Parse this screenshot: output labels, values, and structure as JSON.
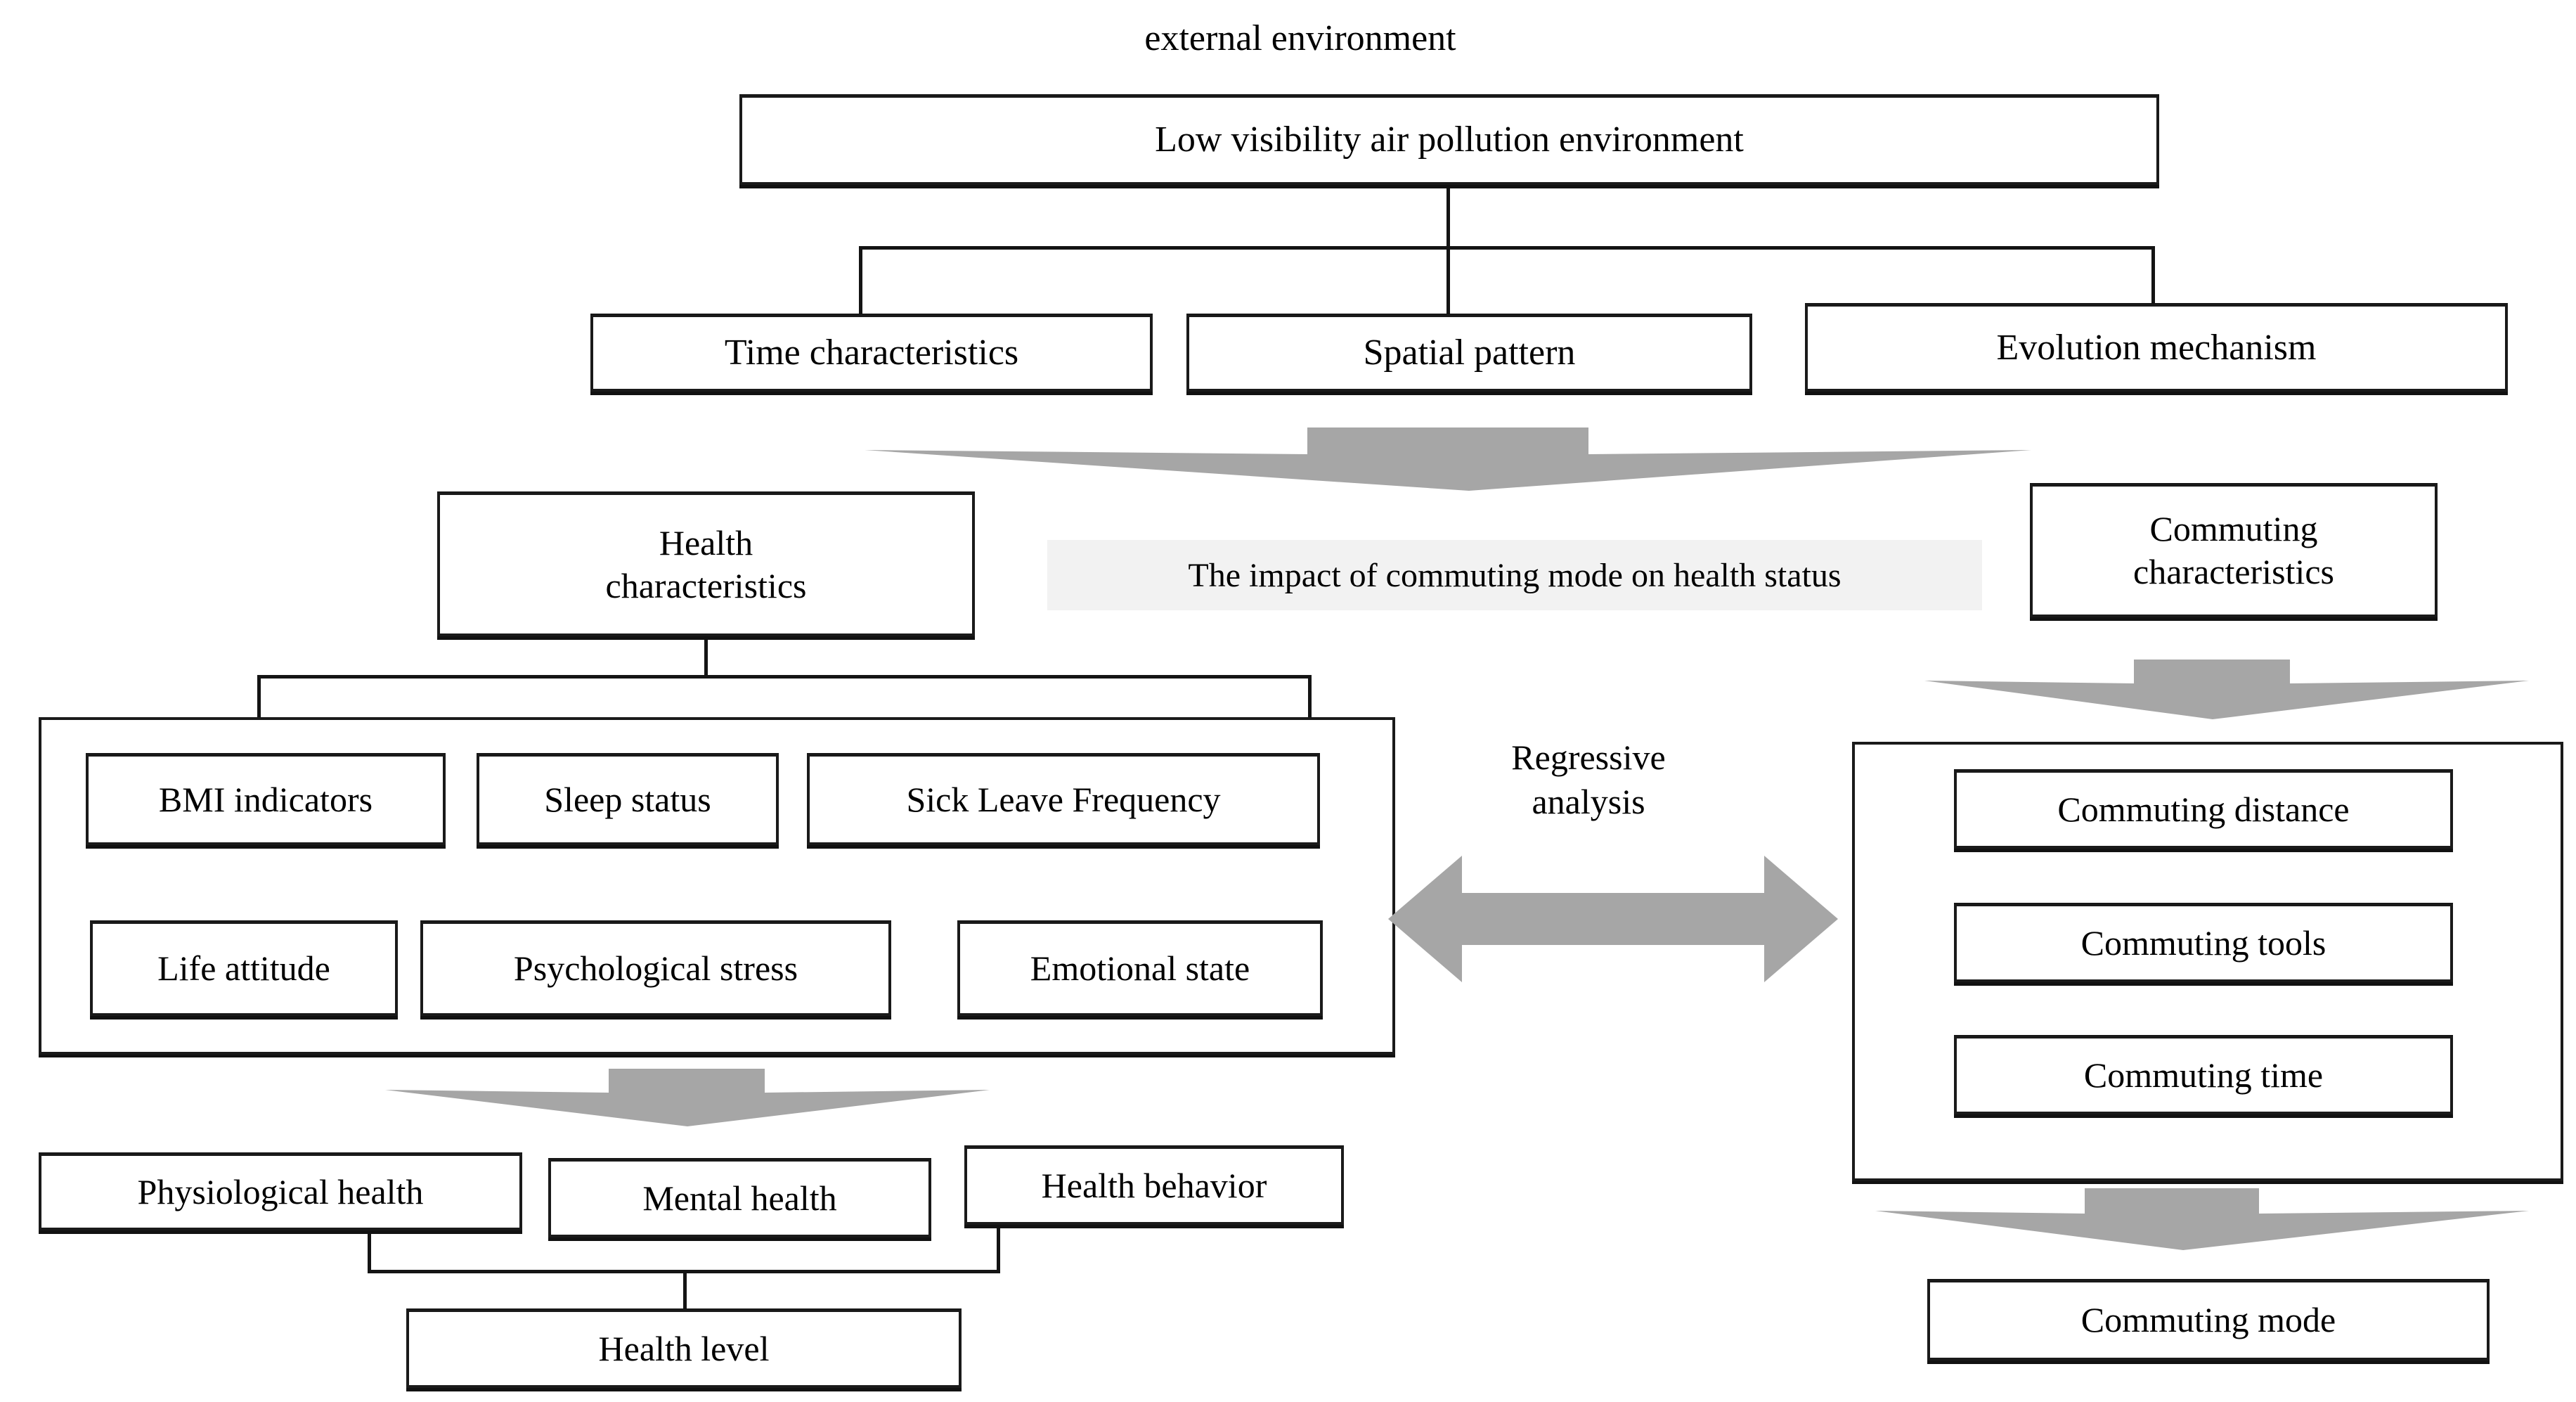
{
  "figure": {
    "title_text": "external environment",
    "center_banner": "The impact of commuting mode on health status",
    "regression_label": "Regressive\nanalysis",
    "accent_gray": "#a6a6a6",
    "banner_bg": "#f2f2f2",
    "stroke_color": "#141414"
  },
  "environment": {
    "root_box": "Low visibility air pollution environment",
    "children": [
      {
        "label": "Time characteristics"
      },
      {
        "label": "Spatial pattern"
      },
      {
        "label": "Evolution mechanism"
      }
    ]
  },
  "health": {
    "header_box": "Health\ncharacteristics",
    "indicators_row1": [
      {
        "label": "BMI indicators"
      },
      {
        "label": "Sleep status"
      },
      {
        "label": "Sick Leave Frequency"
      }
    ],
    "indicators_row2": [
      {
        "label": "Life attitude"
      },
      {
        "label": "Psychological stress"
      },
      {
        "label": "Emotional state"
      }
    ],
    "outcomes": [
      {
        "label": "Physiological health"
      },
      {
        "label": "Mental health"
      },
      {
        "label": "Health behavior"
      }
    ],
    "summary_box": "Health level"
  },
  "commuting": {
    "header_box": "Commuting\ncharacteristics",
    "attributes": [
      {
        "label": "Commuting distance"
      },
      {
        "label": "Commuting tools"
      },
      {
        "label": "Commuting time"
      }
    ],
    "summary_box": "Commuting mode"
  }
}
